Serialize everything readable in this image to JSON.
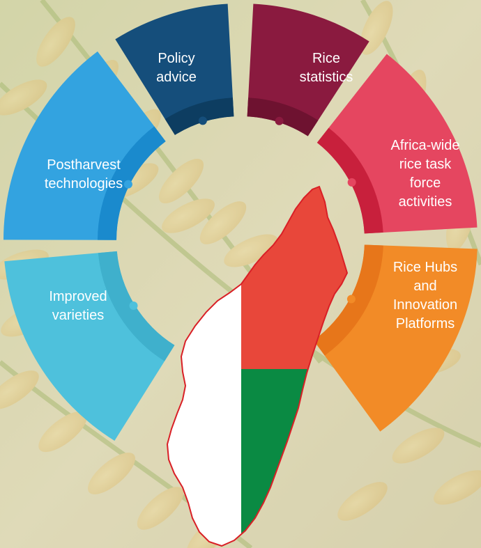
{
  "segments": [
    {
      "id": "improved-varieties",
      "lines": [
        "Improved",
        "varieties"
      ],
      "color": "#4ec1dc",
      "ring": "#3fb0cc"
    },
    {
      "id": "postharvest-technologies",
      "lines": [
        "Postharvest",
        "technologies"
      ],
      "color": "#33a3e0",
      "ring": "#1a8acd"
    },
    {
      "id": "policy-advice",
      "lines": [
        "Policy",
        "advice"
      ],
      "color": "#154e7b",
      "ring": "#0d3d61"
    },
    {
      "id": "rice-statistics",
      "lines": [
        "Rice",
        "statistics"
      ],
      "color": "#8a1a3f",
      "ring": "#6e1230"
    },
    {
      "id": "africa-wide-task-force",
      "lines": [
        "Africa-wide",
        "rice task",
        "force",
        "activities"
      ],
      "color": "#e54660",
      "ring": "#c8203c"
    },
    {
      "id": "rice-hubs-innovation",
      "lines": [
        "Rice Hubs",
        "and",
        "Innovation",
        "Platforms"
      ],
      "color": "#f28b27",
      "ring": "#e7761a"
    }
  ],
  "map": {
    "country": "Madagascar",
    "flag_white": "#ffffff",
    "flag_red": "#e8473a",
    "flag_green": "#0a8a43",
    "outline": "#d91f26"
  },
  "background": {
    "base": "#d7d4ad",
    "grain": "#e9c56a",
    "stem": "#8aa64a"
  }
}
